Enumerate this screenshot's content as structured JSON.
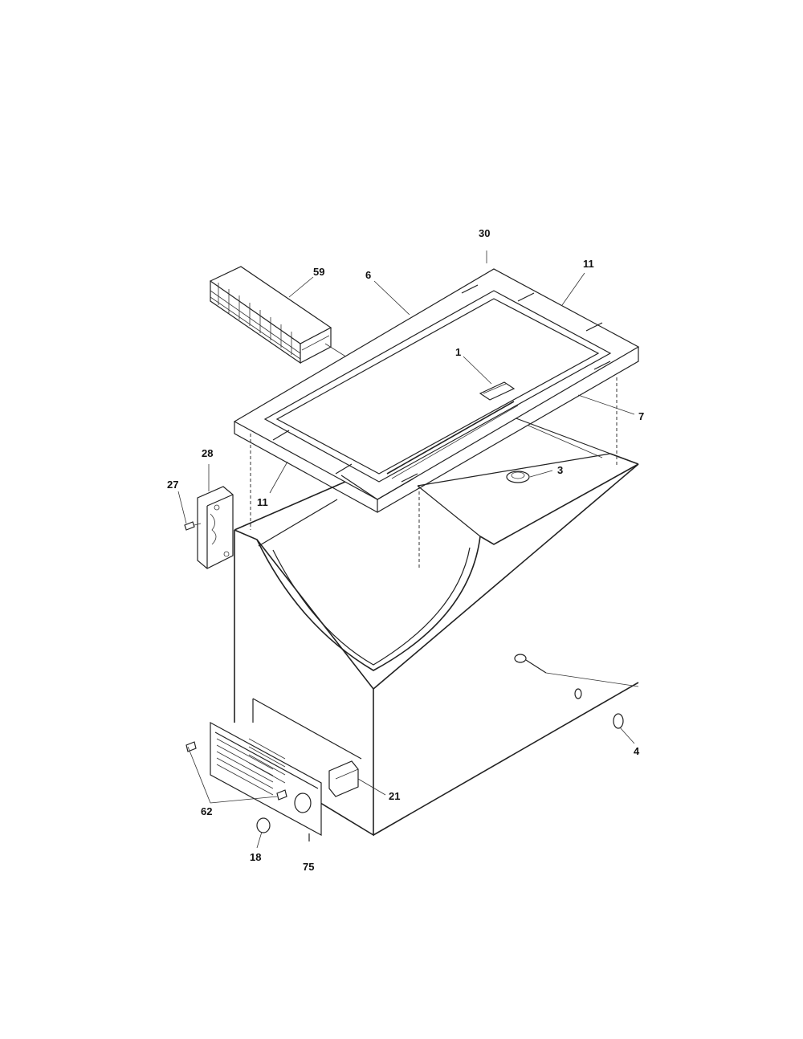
{
  "diagram": {
    "colors": {
      "line": "#222222",
      "background": "#ffffff"
    },
    "callouts": [
      {
        "id": "30",
        "text": "30"
      },
      {
        "id": "11a",
        "text": "11"
      },
      {
        "id": "59",
        "text": "59"
      },
      {
        "id": "6",
        "text": "6"
      },
      {
        "id": "1",
        "text": "1"
      },
      {
        "id": "7",
        "text": "7"
      },
      {
        "id": "28",
        "text": "28"
      },
      {
        "id": "3",
        "text": "3"
      },
      {
        "id": "27",
        "text": "27"
      },
      {
        "id": "11b",
        "text": "11"
      },
      {
        "id": "4",
        "text": "4"
      },
      {
        "id": "21",
        "text": "21"
      },
      {
        "id": "62",
        "text": "62"
      },
      {
        "id": "18",
        "text": "18"
      },
      {
        "id": "75",
        "text": "75"
      }
    ]
  }
}
